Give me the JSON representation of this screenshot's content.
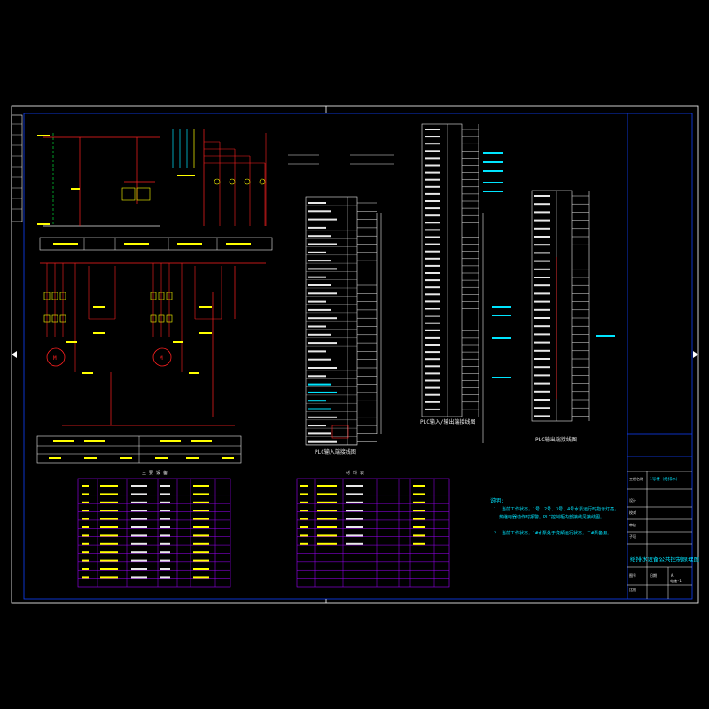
{
  "colors": {
    "background": "#000000",
    "frame": "#ffffff",
    "power": "#ff2020",
    "text_yellow": "#ffff00",
    "wire_white": "#e8e8e8",
    "cyan": "#00e5ff",
    "purple": "#a000ff",
    "green": "#00ff40",
    "blue": "#1040ff"
  },
  "labels": {
    "plc_input_title": "PLC输入端接线图",
    "plc_io_title": "PLC输入/输出端接线图",
    "plc_output_title": "PLC输出端接线图",
    "notes_heading": "说明:",
    "note_1": "1. 当前工作状态，1号、2号、3号、4号水泵运行时指示灯亮，",
    "note_1b": "热继电器动作时报警。PLC控制柜内部接线见接线图。",
    "note_2": "2. 当前工作状态，1#水泵处于变频运行状态，二#泵备用。",
    "drawing_title": "给排水设备公共控制原理图",
    "tb_project": "工程名称",
    "tb_item": "子项",
    "tb_design": "设计",
    "tb_check": "校对",
    "tb_approve": "审核",
    "tb_scale": "比例",
    "tb_date": "日期",
    "tb_drawno": "图号",
    "tb_sheet": "1号楼（给排水）",
    "tb_version": "A",
    "tb_code": "电施-1",
    "table_1_title": "主 要 设 备",
    "table_2_title": "材 料 表",
    "motor_label": "M"
  }
}
